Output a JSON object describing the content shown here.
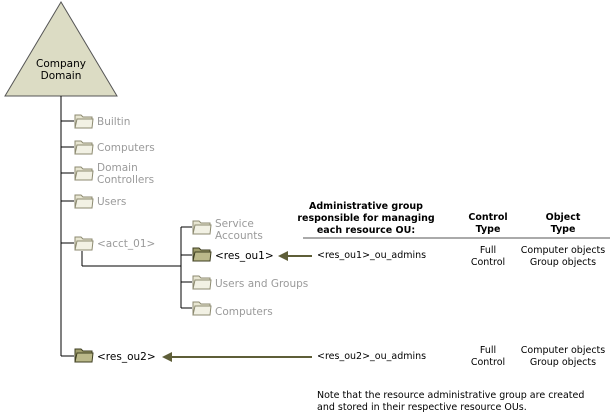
{
  "root": {
    "label_line1": "Company",
    "label_line2": "Domain"
  },
  "tree": {
    "builtin": "Builtin",
    "computers": "Computers",
    "domain_controllers_line1": "Domain",
    "domain_controllers_line2": "Controllers",
    "users": "Users",
    "acct_01": "<acct_01>",
    "service_accounts_line1": "Service",
    "service_accounts_line2": "Accounts",
    "res_ou1": "<res_ou1>",
    "users_and_groups": "Users and Groups",
    "computers_sub": "Computers",
    "res_ou2": "<res_ou2>"
  },
  "table": {
    "header_group_line1": "Administrative group",
    "header_group_line2": "responsible for managing",
    "header_group_line3": "each resource OU:",
    "header_control_line1": "Control",
    "header_control_line2": "Type",
    "header_object_line1": "Object",
    "header_object_line2": "Type",
    "rows": [
      {
        "group": "<res_ou1>_ou_admins",
        "control_line1": "Full",
        "control_line2": "Control",
        "object_line1": "Computer objects",
        "object_line2": "Group objects"
      },
      {
        "group": "<res_ou2>_ou_admins",
        "control_line1": "Full",
        "control_line2": "Control",
        "object_line1": "Computer objects",
        "object_line2": "Group objects"
      }
    ]
  },
  "note": {
    "line1": "Note that the resource administrative group are created",
    "line2": "and stored in their respective resource OUs."
  },
  "colors": {
    "triangle_fill": "#dcdcc4",
    "folder_fill": "#e8e6d2",
    "folder_highlight_fill": "#bbb98a",
    "arrow_color": "#5e5e38"
  }
}
